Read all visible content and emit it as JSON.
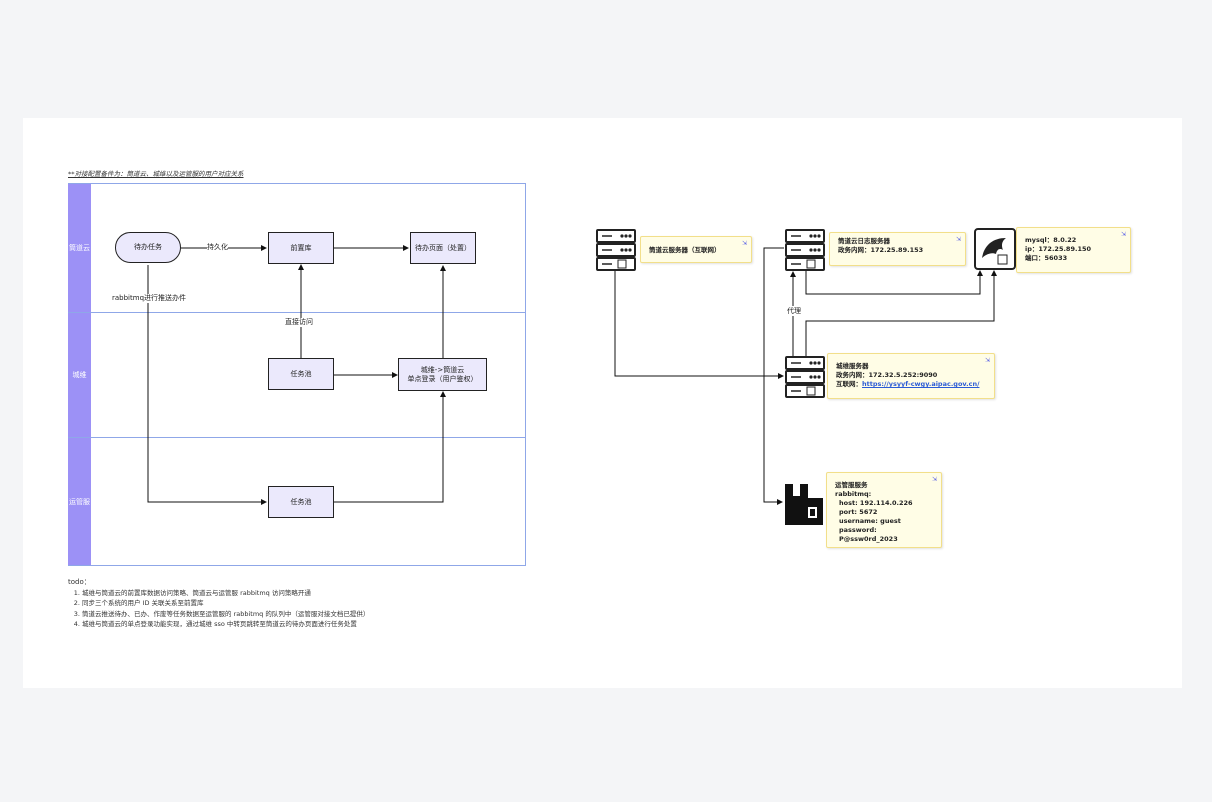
{
  "title_note": "**对接配置备件为：筒道云、城维以及运管服的用户对应关系",
  "lanes": [
    "筒道云",
    "城维",
    "运管服"
  ],
  "flow_nodes": {
    "todo_task": "待办任务",
    "persist_store": "前置库",
    "todo_page": "待办页面（处置）",
    "task_pool_cw": "任务池",
    "sso": "城维->筒道云\n单点登录（用户鉴权）",
    "task_pool_ygf": "任务池"
  },
  "flow_edge_labels": {
    "persist": "持久化",
    "direct_access": "直接访问",
    "rabbitmq_push": "rabbitmq进行推送办件"
  },
  "todo": {
    "title": "todo：",
    "items": [
      "城维与筒道云的前置库数据访问策略、筒道云与运管服 rabbitmq 访问策略开通",
      "同步三个系统的用户 ID 关联关系至前置库",
      "筒道云推送待办、已办、作废等任务数据至运管服的 rabbitmq 的队列中（运管服对接文档已提供）",
      "城维与筒道云的单点登录功能实现，通过城维 sso 中转页跳转至筒道云的待办页面进行任务处置"
    ]
  },
  "deploy": {
    "cloud_server": {
      "icon": "server-icon",
      "title": "筒道云服务器（互联网）"
    },
    "log_server": {
      "icon": "server-icon",
      "title": "筒道云日志服务器",
      "line1": "政务内网：172.25.89.153"
    },
    "mysql": {
      "icon": "mysql-dolphin-icon",
      "line1": "mysql：8.0.22",
      "line2": "ip：172.25.89.150",
      "line3": "端口：56033"
    },
    "cw_server": {
      "icon": "server-icon",
      "title": "城维服务器",
      "line1": "政务内网：172.32.5.252:9090",
      "line2_label": "互联网：",
      "line2_link": "https://ysyyf-cwgy.aipac.gov.cn/"
    },
    "ygf": {
      "icon": "rabbitmq-icon",
      "title": "运管服服务",
      "line1": "rabbitmq:",
      "host": "host: 192.114.0.226",
      "port": "port: 5672",
      "username": "username: guest",
      "password": "password: P@ssw0rd_2023"
    },
    "proxy_label": "代理",
    "pin_symbol": "⇲"
  },
  "colors": {
    "lane_label_bg": "#9c91f6",
    "node_fill": "#ebe9fc",
    "note_fill": "#fffde6",
    "note_border": "#f2df8a",
    "pool_border": "#8fa7e8"
  }
}
